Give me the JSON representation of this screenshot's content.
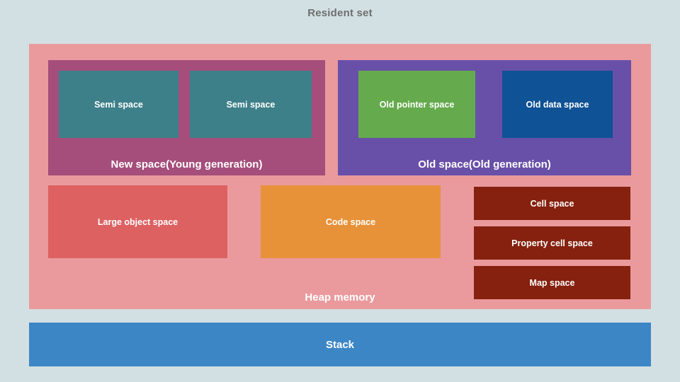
{
  "title": "Resident set",
  "colors": {
    "background": "#d3e0e3",
    "title_text": "#6f6f6f",
    "heap": "#ea9a9d",
    "new_space": "#a54e7b",
    "old_space": "#6850a8",
    "semi_space": "#3e8089",
    "old_pointer_space": "#65ab4d",
    "old_data_space": "#0f5295",
    "large_object_space": "#dd6161",
    "code_space": "#e79239",
    "cell_spaces": "#85210e",
    "stack": "#3d86c6",
    "block_text": "#ffffff"
  },
  "heap": {
    "label": "Heap memory",
    "new_space": {
      "label": "New space(Young generation)",
      "blocks": [
        {
          "label": "Semi space"
        },
        {
          "label": "Semi space"
        }
      ]
    },
    "old_space": {
      "label": "Old space(Old generation)",
      "blocks": [
        {
          "label": "Old pointer space"
        },
        {
          "label": "Old data space"
        }
      ]
    },
    "other_blocks": [
      {
        "label": "Large object space"
      },
      {
        "label": "Code space"
      },
      {
        "label": "Cell space"
      },
      {
        "label": "Property cell space"
      },
      {
        "label": "Map space"
      }
    ]
  },
  "stack": {
    "label": "Stack"
  }
}
